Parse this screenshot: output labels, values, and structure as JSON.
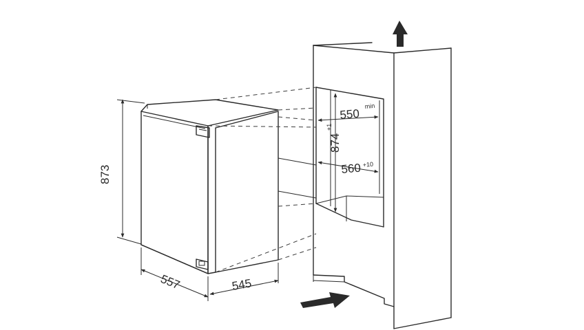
{
  "dimensions": {
    "appliance_height": "873",
    "appliance_width": "557",
    "appliance_depth": "545",
    "niche_width_min": "550",
    "niche_width_min_sup": "min",
    "niche_height": "874",
    "niche_height_tol": "+1",
    "niche_width_nom": "560",
    "niche_width_nom_tol": "+10"
  },
  "icons": {
    "air_outlet": "arrow-up-icon",
    "air_inlet": "arrow-in-icon"
  },
  "colors": {
    "line": "#2a2a2a",
    "background": "#ffffff"
  }
}
